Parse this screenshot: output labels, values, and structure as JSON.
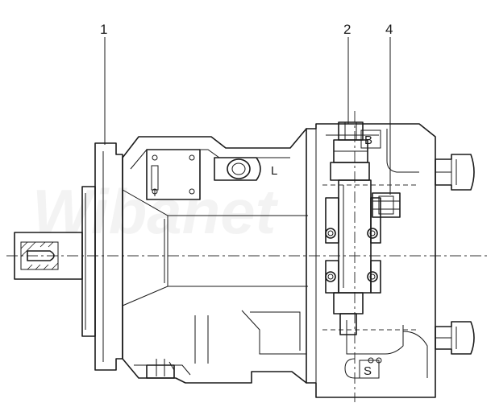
{
  "callouts": {
    "c1": "1",
    "c2": "2",
    "c4": "4"
  },
  "ports": {
    "b": "B",
    "l": "L",
    "s": "S"
  },
  "watermark": "Wibanet"
}
